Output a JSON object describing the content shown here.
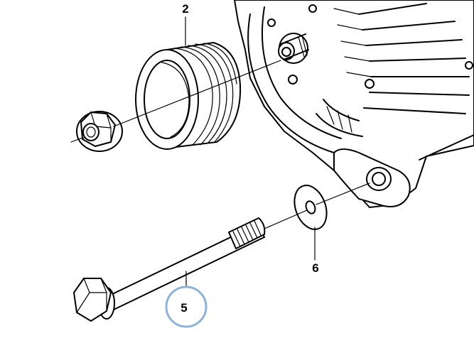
{
  "callouts": {
    "pulley": "2",
    "bolt": "5",
    "washer": "6"
  },
  "colors": {
    "line": "#000000",
    "background": "#ffffff",
    "highlight": "#8fb2d9"
  },
  "highlighted_part": "5"
}
